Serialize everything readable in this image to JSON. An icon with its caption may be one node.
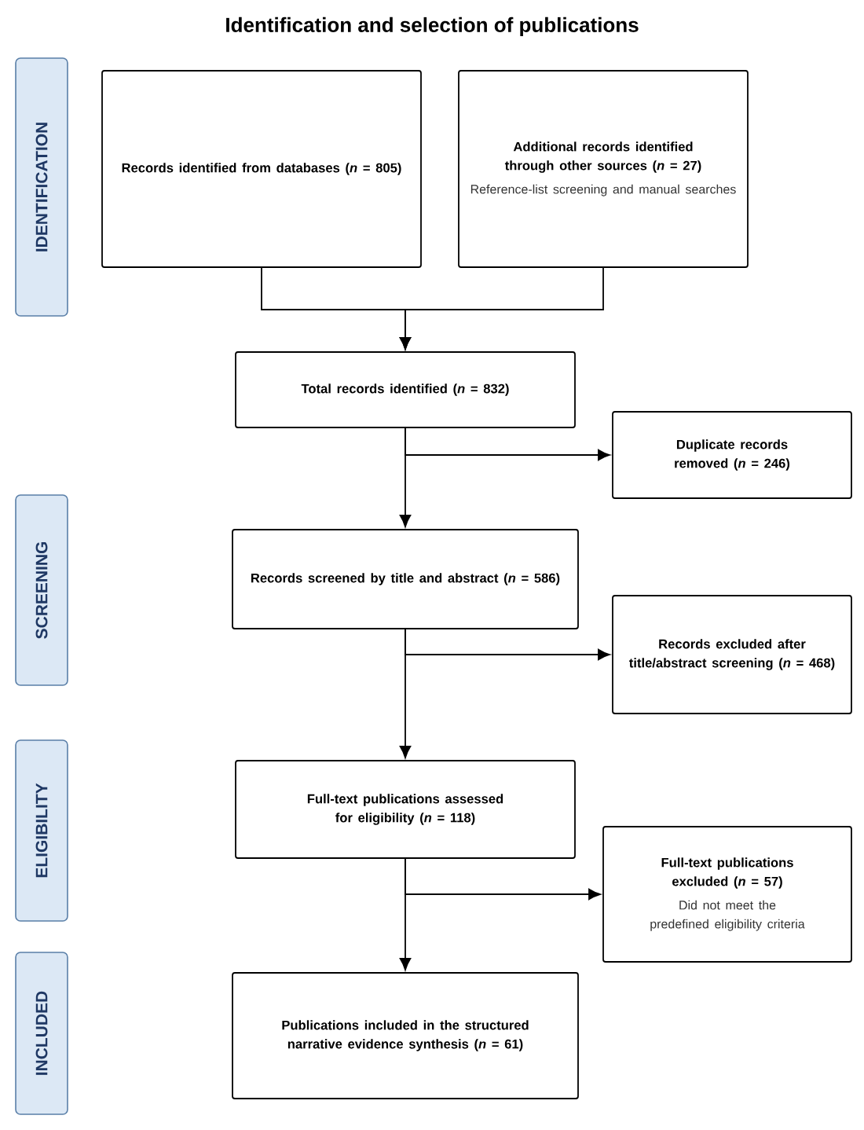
{
  "diagram": {
    "title": "Identification and selection of publications",
    "nodes": [
      {
        "text": [
          "IDENTIFICATION"
        ]
      },
      {
        "text": [
          "SCREENING"
        ]
      },
      {
        "text": [
          "ELIGIBILITY"
        ]
      },
      {
        "text": [
          "INCLUDED"
        ]
      },
      {
        "text": [
          "Records identified from databases (*n* = 805)"
        ]
      },
      {
        "text": [
          "Additional records identified through other sources (*n* = 27)",
          "Reference-list screening and manual searches"
        ]
      },
      {
        "text": [
          "Total records identified (*n* = 832)"
        ]
      },
      {
        "text": [
          "Duplicate records removed (*n* = 246)"
        ]
      },
      {
        "text": [
          "Records screened by title and abstract (*n* = 586)"
        ]
      },
      {
        "text": [
          "Records excluded after title/abstract screening (*n* = 468)"
        ]
      },
      {
        "text": [
          "Full-text publications assessed for eligibility (*n* = 118)"
        ]
      },
      {
        "text": [
          "Full-text publications excluded (*n* = 57)",
          "Did not meet the predefined eligibility criteria"
        ]
      },
      {
        "text": [
          "Publications included in the structured narrative evidence synthesis (*n* = 61)"
        ]
      }
    ],
    "edges": [
      {
        "from": 4,
        "to": 6,
        "arrow": "to"
      },
      {
        "from": 5,
        "to": 6,
        "arrow": "to"
      },
      {
        "from": 6,
        "to": 7,
        "arrow": "to"
      },
      {
        "from": 6,
        "to": 8,
        "arrow": "to"
      },
      {
        "from": 8,
        "to": 9,
        "arrow": "to"
      },
      {
        "from": 8,
        "to": 10,
        "arrow": "to"
      },
      {
        "from": 10,
        "to": 11,
        "arrow": "to"
      },
      {
        "from": 10,
        "to": 12,
        "arrow": "to"
      }
    ]
  }
}
